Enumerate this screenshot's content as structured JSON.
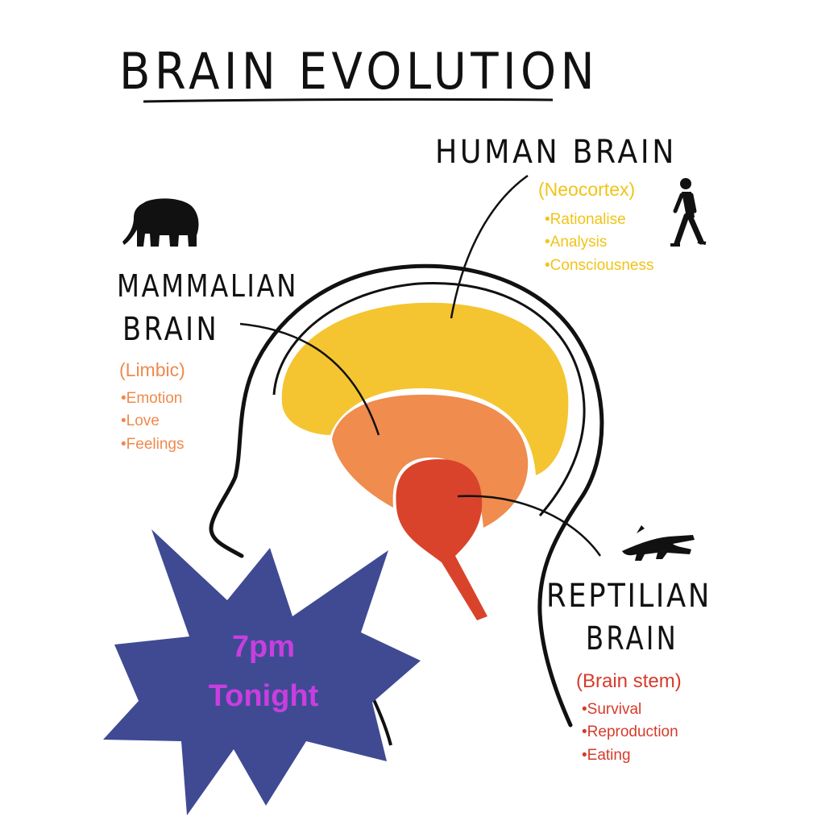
{
  "title": "BRAIN EVOLUTION",
  "human": {
    "heading": "HUMAN BRAIN",
    "subtitle": "(Neocortex)",
    "bullets": [
      "•Rationalise",
      "•Analysis",
      "•Consciousness"
    ],
    "color": "#f0c419"
  },
  "mammalian": {
    "heading_line1": "MAMMALIAN",
    "heading_line2": "BRAIN",
    "subtitle": "(Limbic)",
    "bullets": [
      "•Emotion",
      "•Love",
      "•Feelings"
    ],
    "color": "#ef8a4c"
  },
  "reptilian": {
    "heading_line1": "REPTILIAN",
    "heading_line2": "BRAIN",
    "subtitle": "(Brain stem)",
    "bullets": [
      "•Survival",
      "•Reproduction",
      "•Eating"
    ],
    "color": "#d63b2b"
  },
  "badge": {
    "line1": "7pm",
    "line2": "Tonight",
    "star_color": "#3f4a93",
    "text_color": "#c93ee0"
  },
  "icons": [
    "elephant-icon",
    "walking-man-icon",
    "crocodile-icon"
  ]
}
